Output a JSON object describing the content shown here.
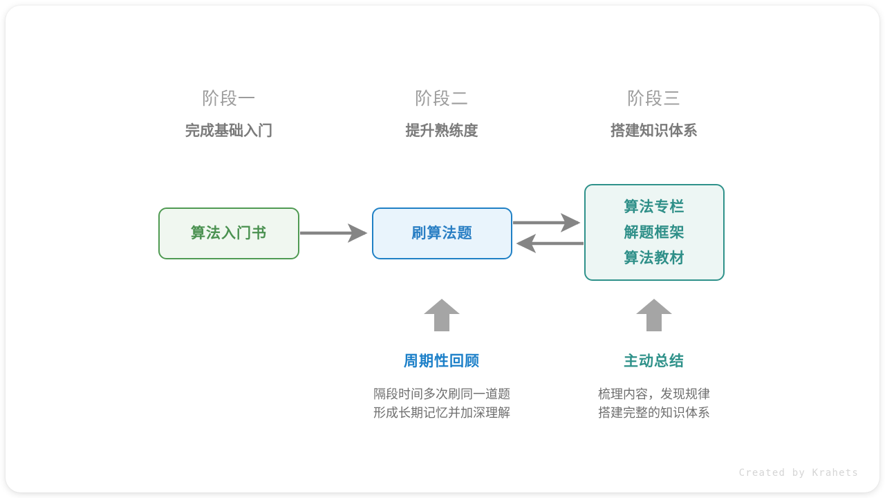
{
  "canvas": {
    "background": "#ffffff",
    "card_background": "#ffffff"
  },
  "stages": [
    {
      "number": "阶段一",
      "title": "完成基础入门"
    },
    {
      "number": "阶段二",
      "title": "提升熟练度"
    },
    {
      "number": "阶段三",
      "title": "搭建知识体系"
    }
  ],
  "nodes": [
    {
      "id": "book",
      "lines": [
        "算法入门书"
      ],
      "fill": "#f0f7f0",
      "border": "#4f9a52",
      "text": "#4a9150"
    },
    {
      "id": "practice",
      "lines": [
        "刷算法题"
      ],
      "fill": "#e9f4fc",
      "border": "#1f80c5",
      "text": "#2a7fc4"
    },
    {
      "id": "resources",
      "lines": [
        "算法专栏",
        "解题框架",
        "算法教材"
      ],
      "fill": "#edf6f4",
      "border": "#2e918a",
      "text": "#2e8f88"
    }
  ],
  "arrows": {
    "color": "#858585",
    "items": [
      {
        "name": "book-to-practice",
        "direction": "right"
      },
      {
        "name": "practice-to-resources",
        "direction": "right"
      },
      {
        "name": "resources-to-practice",
        "direction": "left"
      },
      {
        "name": "review-up",
        "direction": "up"
      },
      {
        "name": "summary-up",
        "direction": "up"
      }
    ]
  },
  "notes": [
    {
      "id": "review",
      "title": "周期性回顾",
      "title_color": "#1b7fc8",
      "body": [
        "隔段时间多次刷同一道题",
        "形成长期记忆并加深理解"
      ]
    },
    {
      "id": "summary",
      "title": "主动总结",
      "title_color": "#2e9189",
      "body": [
        "梳理内容，发现规律",
        "搭建完整的知识体系"
      ]
    }
  ],
  "watermark": {
    "text": "Created by Krahets",
    "color": "#d5d5d5"
  }
}
